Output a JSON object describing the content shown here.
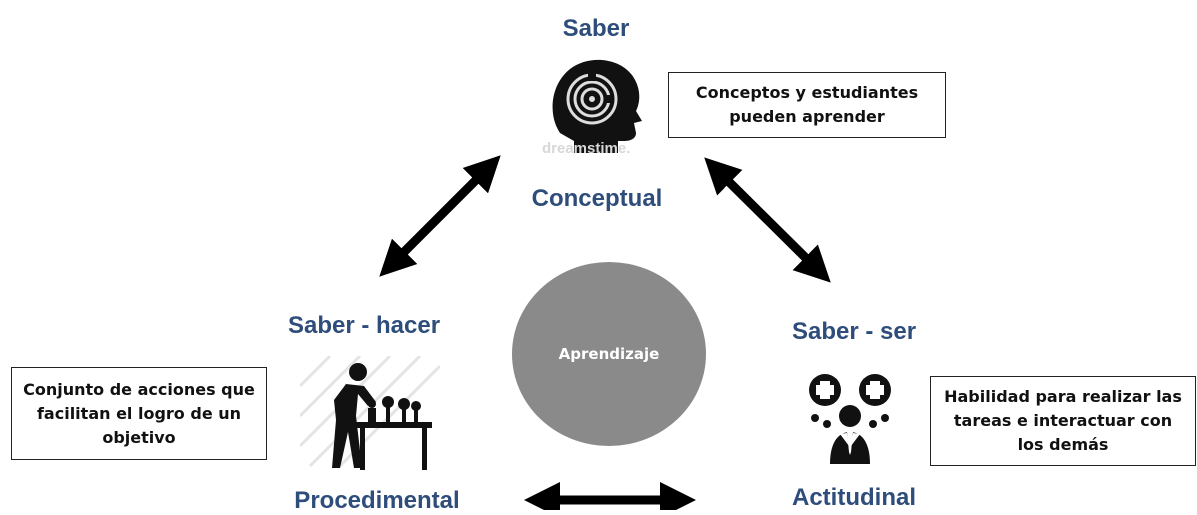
{
  "center": {
    "label": "Aprendizaje"
  },
  "top": {
    "title": "Saber",
    "subtitle": "Conceptual",
    "box": "Conceptos y estudiantes pueden aprender",
    "icon": "head-maze-icon",
    "watermark": "dreamstime."
  },
  "left": {
    "title": "Saber - hacer",
    "subtitle": "Procedimental",
    "box": "Conjunto de acciones que facilitan el logro de un objetivo",
    "icon": "person-working-table-icon"
  },
  "right": {
    "title": "Saber - ser",
    "subtitle": "Actitudinal",
    "box": "Habilidad para realizar las tareas e interactuar con los demás",
    "icon": "person-thinking-plus-icon"
  },
  "colors": {
    "heading": "#2e4d7b",
    "circle": "#8a8a8a",
    "arrow": "#000000"
  }
}
